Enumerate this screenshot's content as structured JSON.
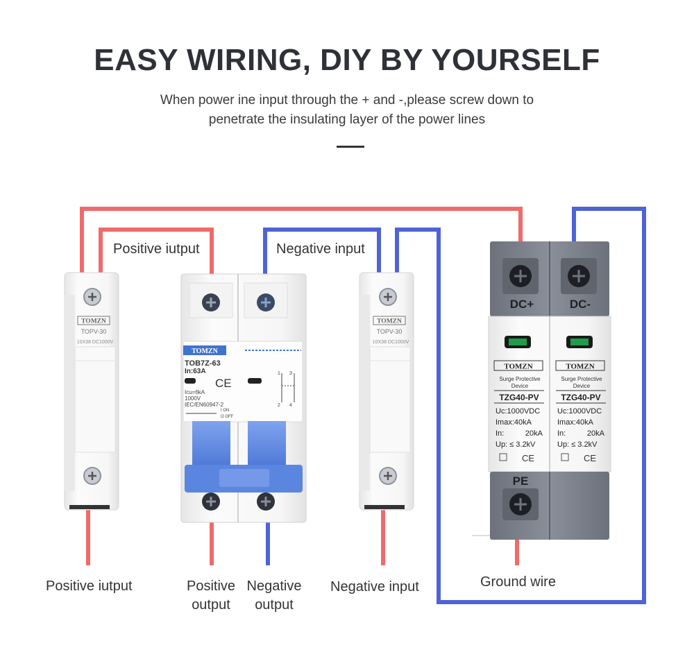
{
  "heading": {
    "title": "EASY WIRING, DIY BY YOURSELF",
    "subtitle_line1": "When power ine input through the + and -,please screw down to",
    "subtitle_line2": "penetrate the insulating layer of the power lines"
  },
  "colors": {
    "positive_wire": "#f06a6a",
    "negative_wire": "#4f63d6",
    "device_white": "#f4f4f4",
    "breaker_blue": "#5b86e0",
    "spd_grey": "#777c86"
  },
  "fuse_left": {
    "brand": "TOMZN",
    "model": "TOPV-30",
    "spec": "10X38 DC1000V"
  },
  "fuse_right": {
    "brand": "TOMZN",
    "model": "TOPV-30",
    "spec": "10X38 DC1000V"
  },
  "breaker": {
    "brand": "TOMZN",
    "model": "TOB7Z-63",
    "rating": "In:63A",
    "icu": "Icu=6kA",
    "voltage": "1000V",
    "standard": "IEC/EN60947-2",
    "on_text": "I ON",
    "off_text": "O OFF",
    "ce": "CE",
    "terminal_labels": [
      "1",
      "3",
      "2",
      "4"
    ]
  },
  "spd": {
    "dc_plus": "DC+",
    "dc_minus": "DC-",
    "pe": "PE",
    "brand": "TOMZN",
    "desc_line1": "Surge Protective",
    "desc_line2": "Device",
    "model": "TZG40-PV",
    "uc": "Uc:1000VDC",
    "imax": "Imax:40kA",
    "in_label": "In:",
    "in_value": "20kA",
    "up": "Up: ≤ 3.2kV",
    "ce": "CE"
  },
  "labels": {
    "top_positive": "Positive iutput",
    "top_negative": "Negative input",
    "bottom_left": "Positive iutput",
    "bottom_pos_line1": "Positive",
    "bottom_pos_line2": "output",
    "bottom_neg_line1": "Negative",
    "bottom_neg_line2": "output",
    "bottom_neg_input": "Negative input",
    "ground": "Ground wire"
  }
}
